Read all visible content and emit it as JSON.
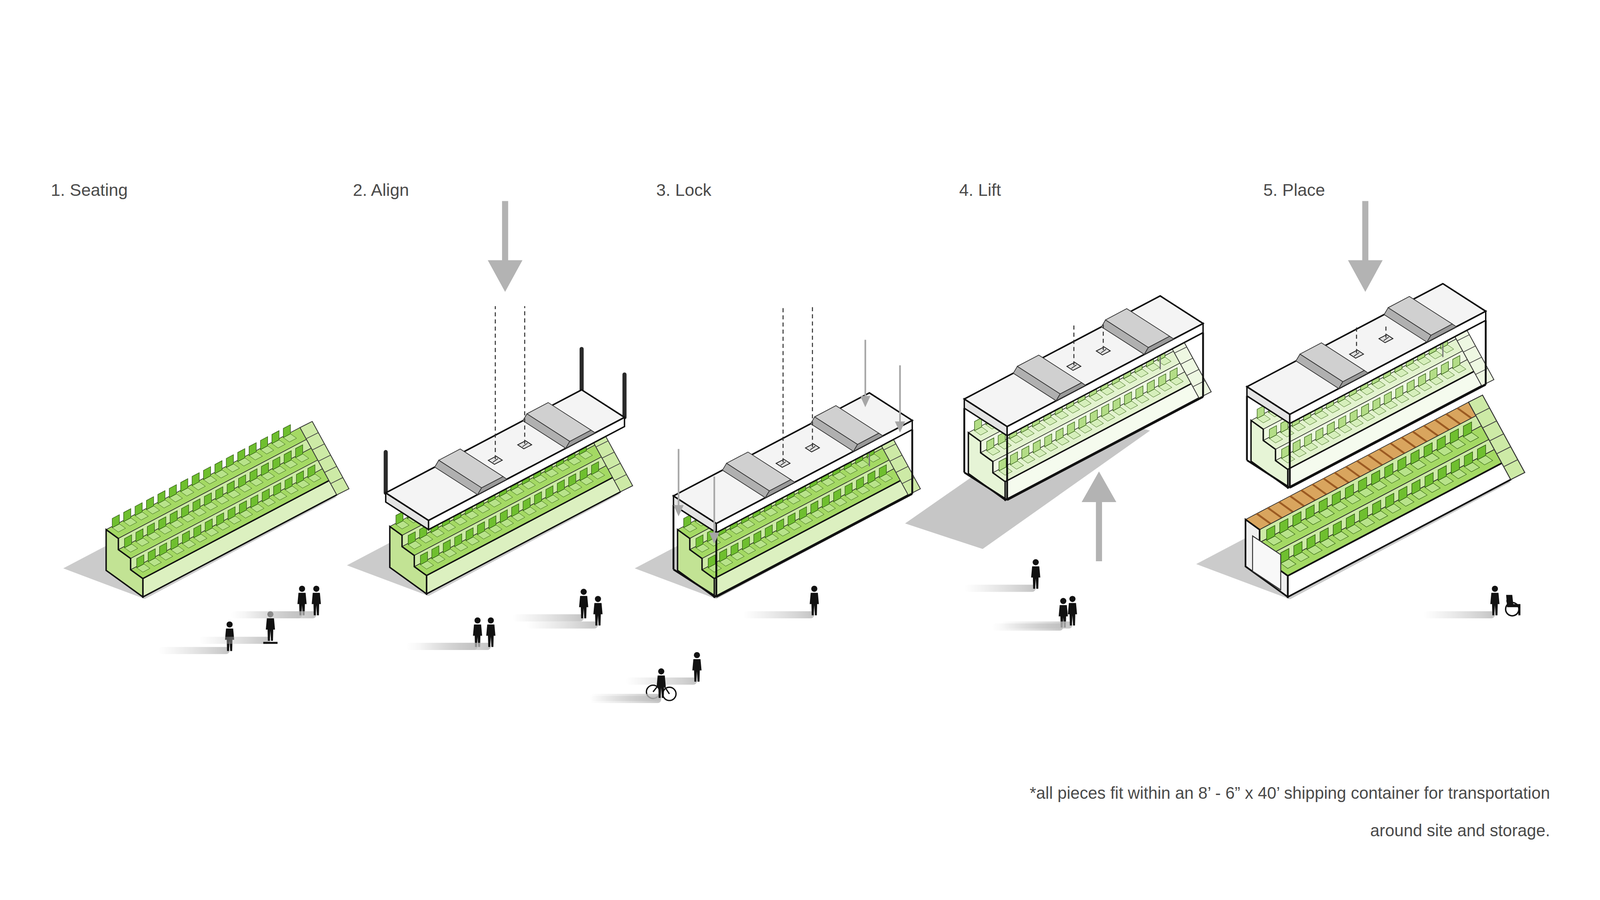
{
  "diagram": {
    "labels": [
      "1. Seating",
      "2. Align",
      "3. Lock",
      "4. Lift",
      "5. Place",
      "*all pieces fit within an 8’ - 6” x 40’ shipping container for transportation around site and storage."
    ]
  }
}
